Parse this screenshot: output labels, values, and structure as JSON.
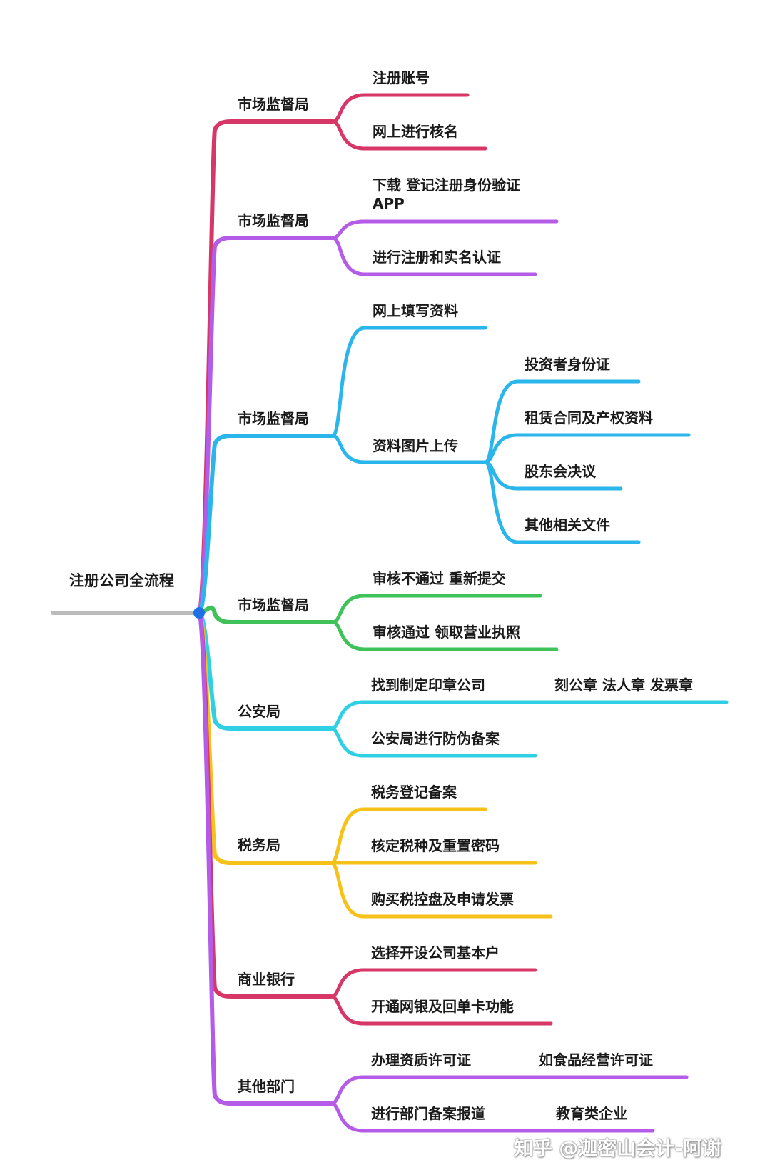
{
  "root": {
    "label": "注册公司全流程",
    "color": "#bbbbbb"
  },
  "branches": [
    {
      "label": "市场监督局",
      "color": "#d63767",
      "children": [
        {
          "label": "注册账号"
        },
        {
          "label": "网上进行核名"
        }
      ]
    },
    {
      "label": "市场监督局",
      "color": "#b45be8",
      "children": [
        {
          "label": "下载 登记注册身份验证APP"
        },
        {
          "label": "进行注册和实名认证"
        }
      ]
    },
    {
      "label": "市场监督局",
      "color": "#2ab6ea",
      "children": [
        {
          "label": "网上填写资料"
        },
        {
          "label": "资料图片上传",
          "children": [
            {
              "label": "投资者身份证"
            },
            {
              "label": "租赁合同及产权资料"
            },
            {
              "label": "股东会决议"
            },
            {
              "label": "其他相关文件"
            }
          ]
        }
      ]
    },
    {
      "label": "市场监督局",
      "color": "#3fc25a",
      "children": [
        {
          "label": "审核不通过 重新提交"
        },
        {
          "label": "审核通过 领取营业执照"
        }
      ]
    },
    {
      "label": "公安局",
      "color": "#2fd0e3",
      "children": [
        {
          "label": "找到制定印章公司",
          "note": "刻公章 法人章 发票章"
        },
        {
          "label": "公安局进行防伪备案"
        }
      ]
    },
    {
      "label": "税务局",
      "color": "#f6c21a",
      "children": [
        {
          "label": "税务登记备案"
        },
        {
          "label": "核定税种及重置密码"
        },
        {
          "label": "购买税控盘及申请发票"
        }
      ]
    },
    {
      "label": "商业银行",
      "color": "#d63767",
      "children": [
        {
          "label": "选择开设公司基本户"
        },
        {
          "label": "开通网银及回单卡功能"
        }
      ]
    },
    {
      "label": "其他部门",
      "color": "#b45be8",
      "children": [
        {
          "label": "办理资质许可证",
          "note": "如食品经营许可证"
        },
        {
          "label": "进行部门备案报道",
          "note": "教育类企业"
        }
      ]
    }
  ],
  "hub_color": "#1f6fe6",
  "watermark": "知乎 @迦密山会计-阿谢"
}
